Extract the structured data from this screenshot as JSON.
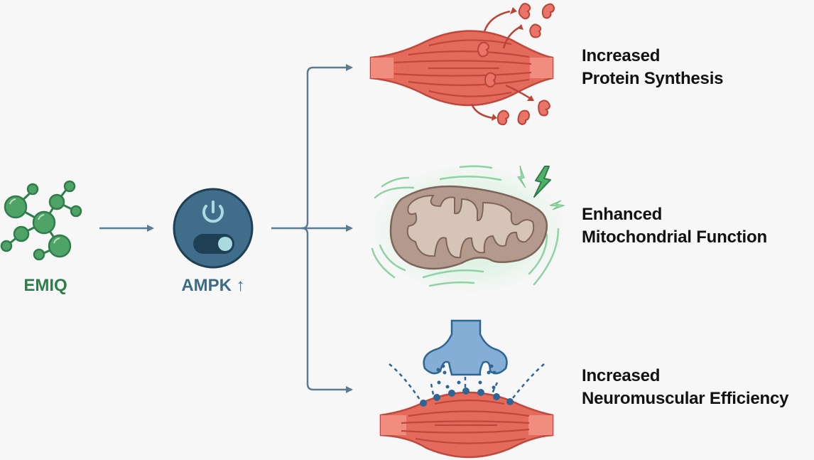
{
  "nodes": {
    "source": {
      "label": "EMIQ",
      "icon": "molecule-icon",
      "color": "#2e7d4a"
    },
    "mediator": {
      "label": "AMPK ↑",
      "icon": "power-switch-icon",
      "color": "#3d6b86"
    }
  },
  "outcomes": [
    {
      "line1": "Increased",
      "line2": "Protein Synthesis",
      "icon": "muscle-protein-icon"
    },
    {
      "line1": "Enhanced",
      "line2": "Mitochondrial Function",
      "icon": "mitochondria-icon"
    },
    {
      "line1": "Increased",
      "line2": "Neuromuscular Efficiency",
      "icon": "neuromuscular-junction-icon"
    }
  ],
  "colors": {
    "arrow": "#5a7b90",
    "muscle": "#e46a5c",
    "muscle_dark": "#c0473c",
    "mito": "#b39a8d",
    "mito_dark": "#7d6559",
    "glow": "#8fd3a4",
    "neuron": "#84aed6",
    "neuron_dark": "#2f6592",
    "molecule": "#4fa366",
    "molecule_dark": "#2e7d4a",
    "ampk_bg": "#3f6d8a",
    "ampk_dark": "#1f3f55",
    "ampk_light": "#a9dbe0"
  }
}
